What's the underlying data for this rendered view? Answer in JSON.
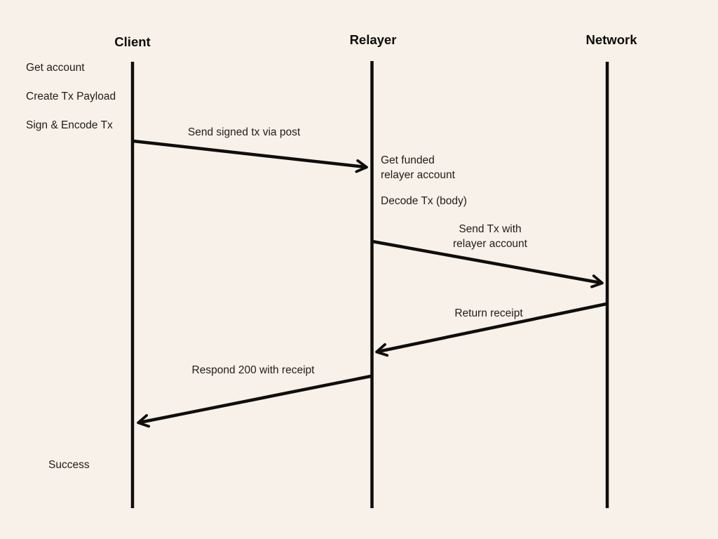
{
  "colors": {
    "background": "#f7f1e9",
    "ink": "#1f1c18",
    "line": "#0f0e0c"
  },
  "actors": [
    {
      "label": "Client"
    },
    {
      "label": "Relayer"
    },
    {
      "label": "Network"
    }
  ],
  "client_steps": [
    {
      "label": "Get account"
    },
    {
      "label": "Create Tx Payload"
    },
    {
      "label": "Sign & Encode Tx"
    }
  ],
  "relayer_notes": {
    "get_funded_line1": "Get funded",
    "get_funded_line2": "relayer account",
    "decode_tx": "Decode Tx (body)"
  },
  "messages": {
    "send_signed_tx": "Send signed tx via post",
    "send_tx_line1": "Send Tx with",
    "send_tx_line2": "relayer account",
    "return_receipt": "Return receipt",
    "respond_200": "Respond 200 with receipt"
  },
  "status": {
    "label": "Success"
  }
}
